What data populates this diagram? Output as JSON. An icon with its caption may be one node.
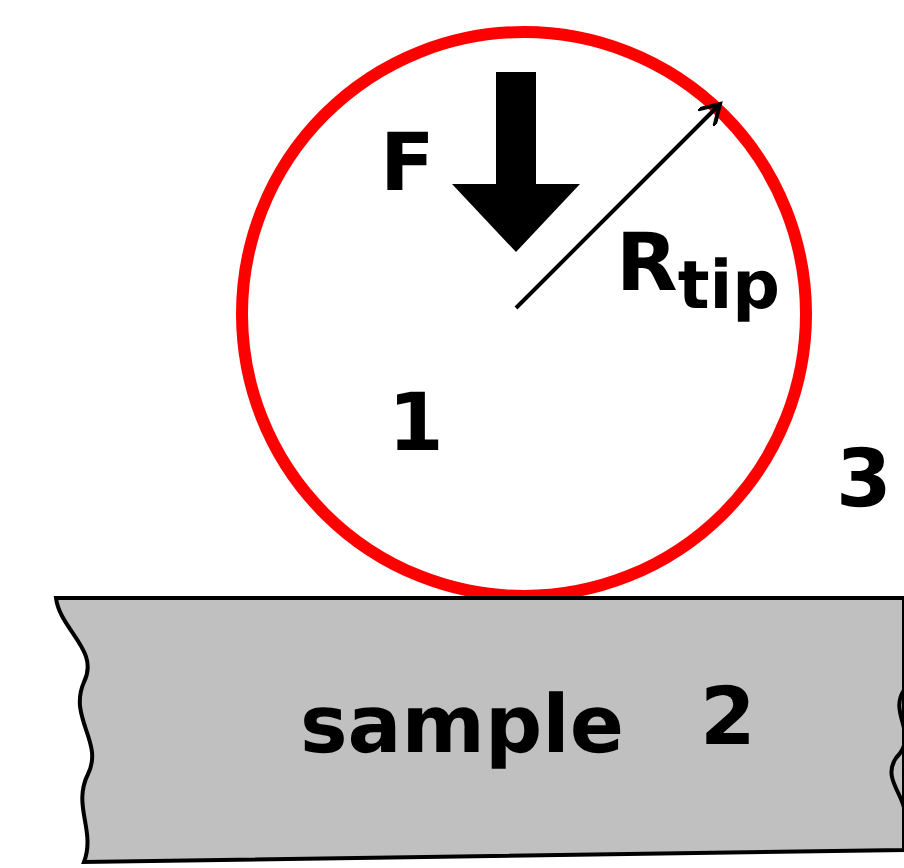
{
  "diagram": {
    "nodes": [
      {
        "text": [
          "1"
        ]
      },
      {
        "text": [
          "sample",
          "2"
        ]
      }
    ],
    "labels": [
      "F",
      "R$_{tip}$",
      "3"
    ]
  }
}
